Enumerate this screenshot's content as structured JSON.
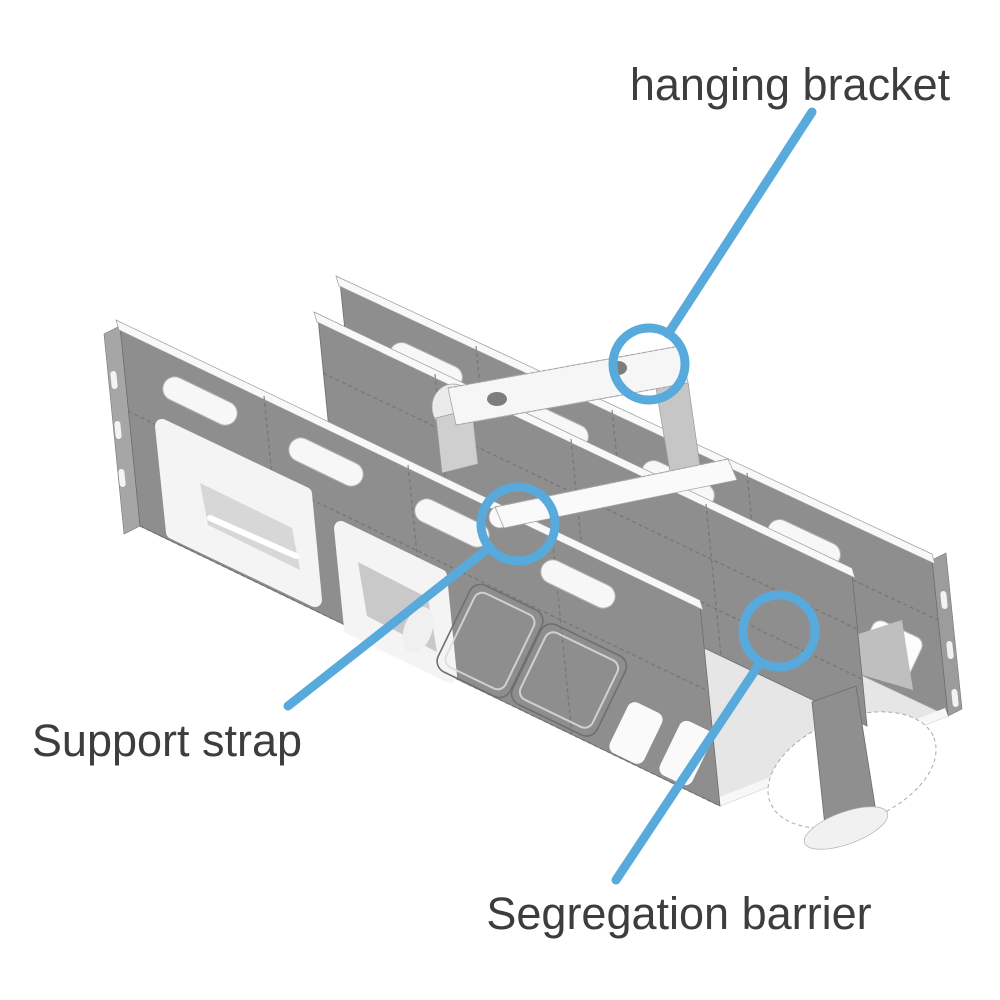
{
  "diagram": {
    "subject": "cable-tray-assembly-isometric-cad-view",
    "background_color": "#ffffff",
    "annotation_color": "#57aadb",
    "label_color": "#3d3d3d",
    "part_color": "#8e8e8e",
    "highlight_color": "#f8f8f8",
    "callouts": [
      {
        "id": "hanging-bracket",
        "label": "hanging bracket"
      },
      {
        "id": "support-strap",
        "label": "Support strap"
      },
      {
        "id": "segregation-barrier",
        "label": "Segregation barrier"
      }
    ]
  }
}
